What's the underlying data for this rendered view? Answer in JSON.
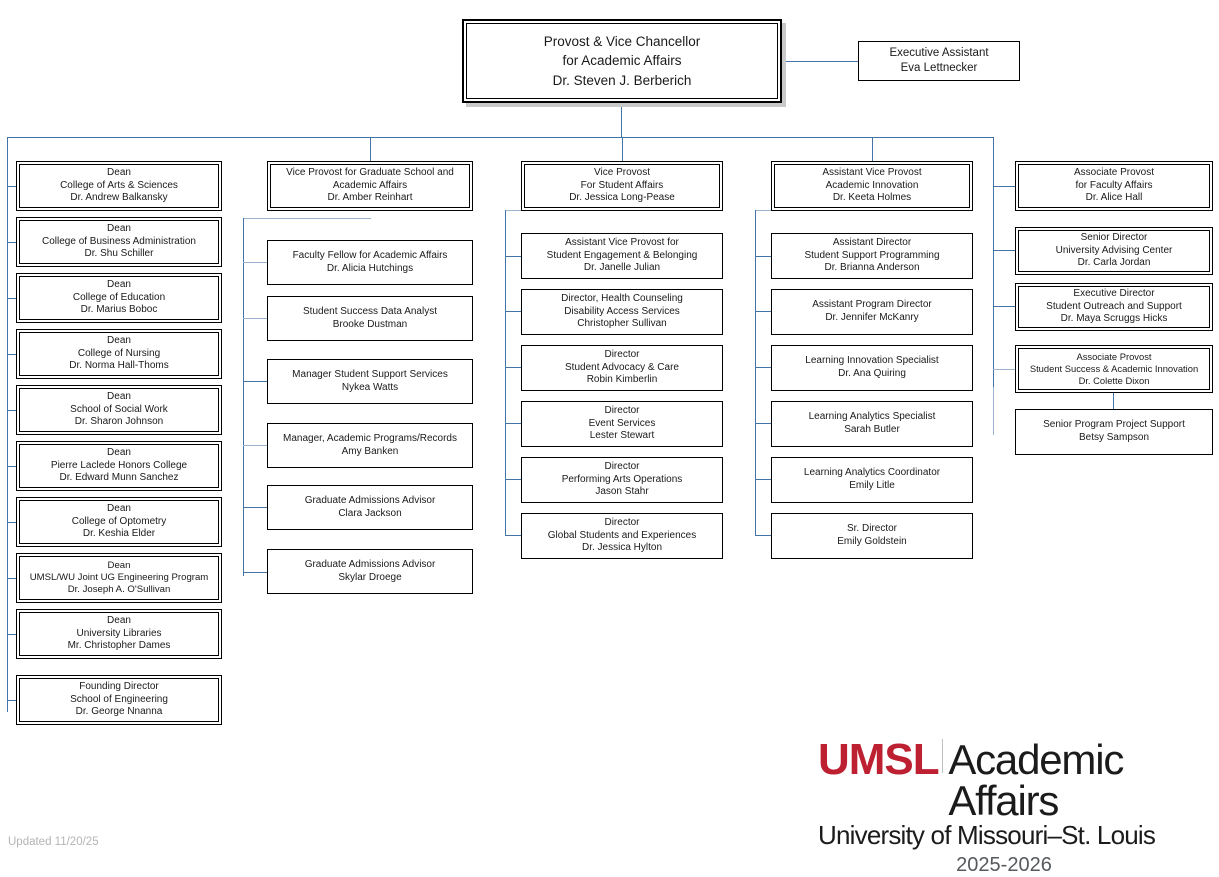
{
  "meta": {
    "updated_label": "Updated 11/20/25",
    "accent_line_color": "#4473a6",
    "brand_red": "#bd2031",
    "box_border_color": "#000000"
  },
  "logo": {
    "umsl": "UMSL",
    "unit": "Academic Affairs",
    "university": "University of Missouri–St. Louis",
    "year": "2025-2026"
  },
  "root": {
    "line1": "Provost & Vice Chancellor",
    "line2": "for Academic Affairs",
    "line3": "Dr. Steven J. Berberich"
  },
  "exec_assistant": {
    "line1": "Executive Assistant",
    "line2": "Eva Lettnecker"
  },
  "columns": [
    {
      "key": "deans",
      "head": null,
      "items": [
        {
          "line1": "Dean",
          "line2": "College of Arts & Sciences",
          "line3": "Dr. Andrew Balkansky"
        },
        {
          "line1": "Dean",
          "line2": "College of Business Administration",
          "line3": "Dr. Shu Schiller"
        },
        {
          "line1": "Dean",
          "line2": "College of Education",
          "line3": "Dr. Marius Boboc"
        },
        {
          "line1": "Dean",
          "line2": "College of Nursing",
          "line3": "Dr. Norma Hall-Thoms"
        },
        {
          "line1": "Dean",
          "line2": "School of Social Work",
          "line3": "Dr. Sharon Johnson"
        },
        {
          "line1": "Dean",
          "line2": "Pierre Laclede Honors College",
          "line3": "Dr. Edward Munn Sanchez"
        },
        {
          "line1": "Dean",
          "line2": "College of Optometry",
          "line3": "Dr. Keshia Elder"
        },
        {
          "line1": "Dean",
          "line2": "UMSL/WU Joint UG Engineering Program",
          "line3": "Dr. Joseph A. O'Sullivan"
        },
        {
          "line1": "Dean",
          "line2": "University Libraries",
          "line3": "Mr. Christopher Dames"
        },
        {
          "line1": "Founding Director",
          "line2": "School of Engineering",
          "line3": "Dr. George Nnanna"
        }
      ]
    },
    {
      "key": "graduate-school",
      "head": {
        "line1": "Vice Provost for Graduate School and",
        "line2": "Academic Affairs",
        "line3": "Dr. Amber Reinhart"
      },
      "items": [
        {
          "line1": "Faculty Fellow for Academic Affairs",
          "line2": "Dr. Alicia Hutchings",
          "line3": ""
        },
        {
          "line1": "Student Success Data Analyst",
          "line2": "Brooke Dustman",
          "line3": ""
        },
        {
          "line1": "Manager Student Support Services",
          "line2": "Nykea Watts",
          "line3": ""
        },
        {
          "line1": "Manager, Academic Programs/Records",
          "line2": "Amy Banken",
          "line3": ""
        },
        {
          "line1": "Graduate Admissions Advisor",
          "line2": "Clara Jackson",
          "line3": ""
        },
        {
          "line1": "Graduate Admissions Advisor",
          "line2": "Skylar Droege",
          "line3": ""
        }
      ]
    },
    {
      "key": "student-affairs",
      "head": {
        "line1": "Vice Provost",
        "line2": "For Student Affairs",
        "line3": "Dr. Jessica Long-Pease"
      },
      "items": [
        {
          "line1": "Assistant Vice Provost for",
          "line2": "Student Engagement & Belonging",
          "line3": "Dr. Janelle Julian"
        },
        {
          "line1": "Director, Health Counseling",
          "line2": "Disability Access Services",
          "line3": "Christopher Sullivan"
        },
        {
          "line1": "Director",
          "line2": "Student Advocacy & Care",
          "line3": "Robin Kimberlin"
        },
        {
          "line1": "Director",
          "line2": "Event Services",
          "line3": "Lester Stewart"
        },
        {
          "line1": "Director",
          "line2": "Performing Arts Operations",
          "line3": "Jason Stahr"
        },
        {
          "line1": "Director",
          "line2": "Global Students and Experiences",
          "line3": "Dr. Jessica Hylton"
        }
      ]
    },
    {
      "key": "academic-innovation",
      "head": {
        "line1": "Assistant Vice Provost",
        "line2": "Academic Innovation",
        "line3": "Dr. Keeta Holmes"
      },
      "items": [
        {
          "line1": "Assistant Director",
          "line2": "Student Support Programming",
          "line3": "Dr. Brianna Anderson"
        },
        {
          "line1": "Assistant Program Director",
          "line2": "Dr. Jennifer McKanry",
          "line3": ""
        },
        {
          "line1": "Learning Innovation Specialist",
          "line2": "Dr. Ana Quiring",
          "line3": ""
        },
        {
          "line1": "Learning Analytics Specialist",
          "line2": "Sarah Butler",
          "line3": ""
        },
        {
          "line1": "Learning Analytics Coordinator",
          "line2": "Emily Litle",
          "line3": ""
        },
        {
          "line1": "Sr. Director",
          "line2": "Emily Goldstein",
          "line3": ""
        }
      ]
    },
    {
      "key": "faculty-affairs",
      "head": {
        "line1": "Associate Provost",
        "line2": "for Faculty Affairs",
        "line3": "Dr. Alice Hall"
      },
      "items": [
        {
          "line1": "Senior Director",
          "line2": "University Advising Center",
          "line3": "Dr. Carla Jordan"
        },
        {
          "line1": "Executive Director",
          "line2": "Student Outreach and Support",
          "line3": "Dr. Maya Scruggs Hicks"
        },
        {
          "line1": "Associate Provost",
          "line2": "Student Success & Academic Innovation",
          "line3": "Dr. Colette Dixon"
        },
        {
          "line1": "Senior Program Project Support",
          "line2": "Betsy Sampson",
          "line3": ""
        }
      ]
    }
  ]
}
